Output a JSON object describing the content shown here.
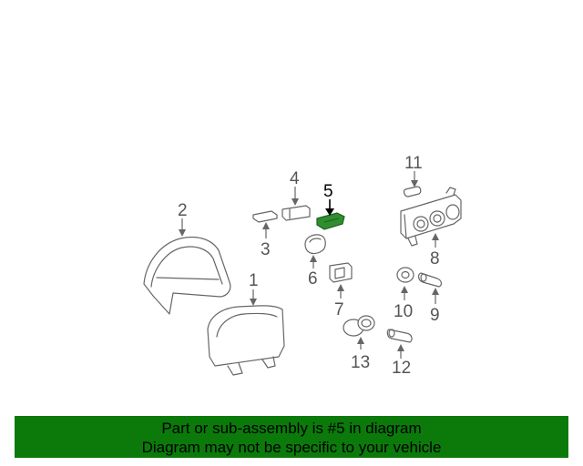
{
  "callouts": {
    "c1": "1",
    "c2": "2",
    "c3": "3",
    "c4": "4",
    "c5": "5",
    "c6": "6",
    "c7": "7",
    "c8": "8",
    "c9": "9",
    "c10": "10",
    "c11": "11",
    "c12": "12",
    "c13": "13"
  },
  "highlighted_part": "5",
  "colors": {
    "banner": "#0b7a0b",
    "highlight_part": "#2f8f2f",
    "line_art": "#666666"
  },
  "banner": {
    "line1": "Part or sub-assembly is #5 in diagram",
    "line2": "Diagram may not be specific to your vehicle"
  }
}
